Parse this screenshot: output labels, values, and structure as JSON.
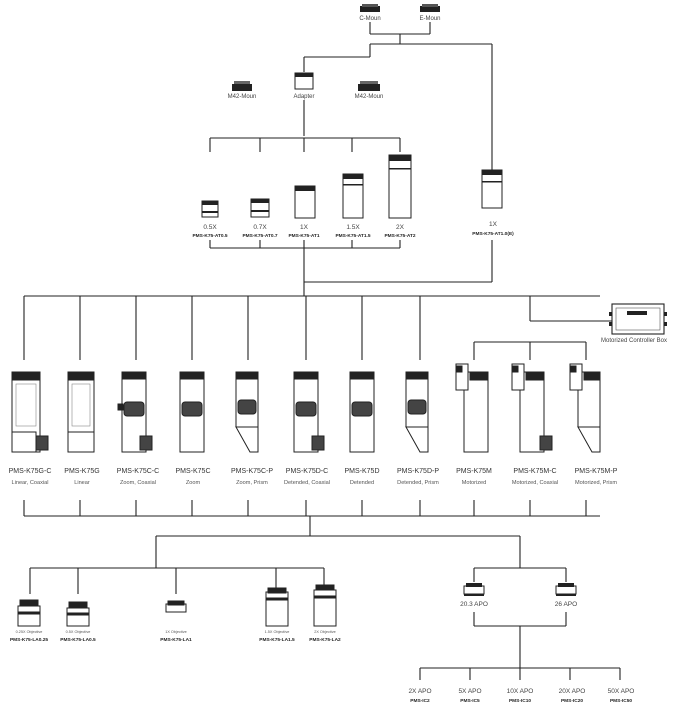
{
  "mounts": {
    "c_mount": "C-Moun",
    "e_mount": "E-Moun",
    "m42_left": "M42-Moun",
    "adapter": "Adapter",
    "m42_right": "M42-Moun"
  },
  "adapters": [
    {
      "mag": "0.5X",
      "code": "PMS-K75-AT0.5"
    },
    {
      "mag": "0.7X",
      "code": "PMS-K75-AT0.7"
    },
    {
      "mag": "1X",
      "code": "PMS-K75-AT1"
    },
    {
      "mag": "1.5X",
      "code": "PMS-K75-AT1.5"
    },
    {
      "mag": "2X",
      "code": "PMS-K75-AT2"
    }
  ],
  "direct_adapter": {
    "mag": "1X",
    "code": "PMS-K75-AT1.0(E)"
  },
  "controller": {
    "label": "Motorized Controller Box"
  },
  "bodies": [
    {
      "name": "PMS-K75G-C",
      "desc": "Linear, Coaxial"
    },
    {
      "name": "PMS-K75G",
      "desc": "Linear"
    },
    {
      "name": "PMS-K75C-C",
      "desc": "Zoom, Coaxial"
    },
    {
      "name": "PMS-K75C",
      "desc": "Zoom"
    },
    {
      "name": "PMS-K75C-P",
      "desc": "Zoom, Prism"
    },
    {
      "name": "PMS-K75D-C",
      "desc": "Detended, Coaxial"
    },
    {
      "name": "PMS-K75D",
      "desc": "Detended"
    },
    {
      "name": "PMS-K75D-P",
      "desc": "Detended, Prism"
    },
    {
      "name": "PMS-K75M",
      "desc": "Motorized"
    },
    {
      "name": "PMS-K75M-C",
      "desc": "Motorized, Coaxial"
    },
    {
      "name": "PMS-K75M-P",
      "desc": "Motorized, Prism"
    }
  ],
  "objectives": [
    {
      "desc": "0.25X Objective",
      "code": "PMS-K75-LA0.25"
    },
    {
      "desc": "0.5X Objective",
      "code": "PMS-K75-LA0.5"
    },
    {
      "desc": "1X Objective",
      "code": "PMS-K75-LA1"
    },
    {
      "desc": "1.5X Objective",
      "code": "PMS-K75-LA1.5"
    },
    {
      "desc": "2X Objective",
      "code": "PMS-K75-LA2"
    }
  ],
  "apo_tubes": [
    {
      "label": "20.3 APO"
    },
    {
      "label": "26 APO"
    }
  ],
  "apo_objectives": [
    {
      "mag": "2X APO",
      "code": "PMS-IC2"
    },
    {
      "mag": "5X APO",
      "code": "PMS-IC5"
    },
    {
      "mag": "10X APO",
      "code": "PMS-IC10"
    },
    {
      "mag": "20X APO",
      "code": "PMS-IC20"
    },
    {
      "mag": "50X APO",
      "code": "PMS-IC50"
    }
  ]
}
